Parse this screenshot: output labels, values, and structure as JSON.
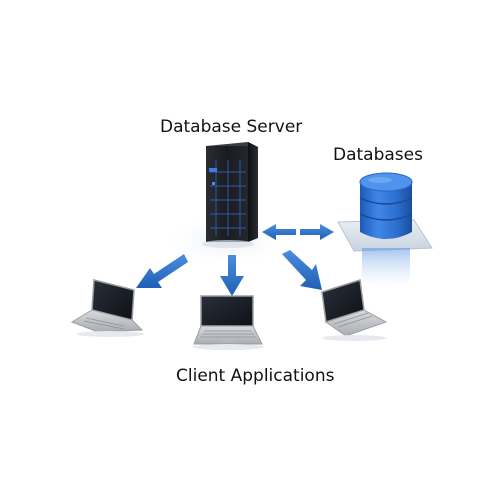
{
  "labels": {
    "server": "Database Server",
    "databases": "Databases",
    "clients": "Client Applications"
  },
  "colors": {
    "background": "#ffffff",
    "server_body": "#1b1d22",
    "server_grid": "#2a5da8",
    "database_blue": "#2c6fd1",
    "arrow_blue": "#2f73c9",
    "laptop_body": "#c8cacd",
    "laptop_screen": "#15181f"
  },
  "icons": {
    "server": "server-tower-icon",
    "database": "database-cylinder-stack-icon",
    "laptop": "laptop-icon",
    "arrow": "arrow-icon"
  }
}
